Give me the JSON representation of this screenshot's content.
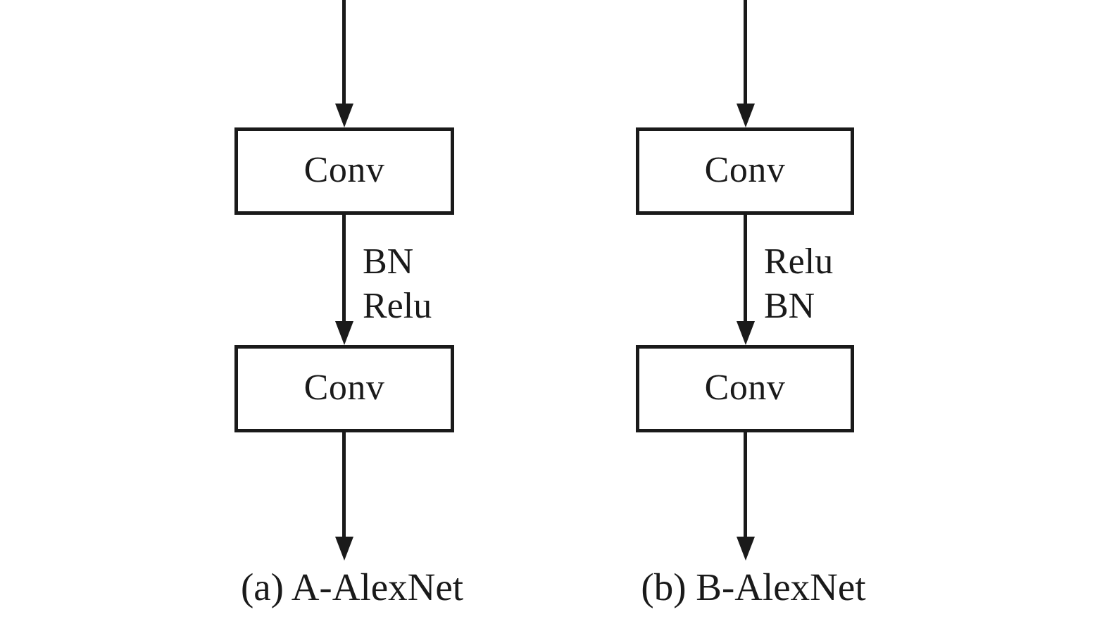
{
  "figure": {
    "type": "block-diagram",
    "background_color": "#ffffff",
    "line_color": "#1a1a1a",
    "panel_count": 2
  },
  "panels": [
    {
      "id": "a",
      "caption": "(a) A-AlexNet",
      "blocks": [
        {
          "label": "Conv"
        },
        {
          "label": "Conv"
        }
      ],
      "edge_labels": [
        "BN",
        "Relu"
      ],
      "arrows": [
        {
          "name": "input-arrow"
        },
        {
          "name": "middle-arrow"
        },
        {
          "name": "output-arrow"
        }
      ]
    },
    {
      "id": "b",
      "caption": "(b) B-AlexNet",
      "blocks": [
        {
          "label": "Conv"
        },
        {
          "label": "Conv"
        }
      ],
      "edge_labels": [
        "Relu",
        "BN"
      ],
      "arrows": [
        {
          "name": "input-arrow"
        },
        {
          "name": "middle-arrow"
        },
        {
          "name": "output-arrow"
        }
      ]
    }
  ]
}
